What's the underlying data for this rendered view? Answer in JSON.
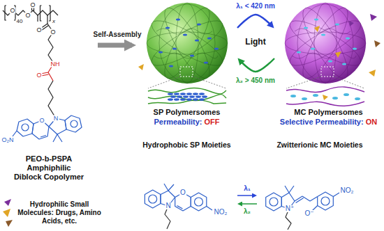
{
  "diagram": {
    "nodes": [
      {
        "text": [
          "PEO-b-PSPA Amphiphilic Diblock Copolymer"
        ]
      },
      {
        "text": [
          "SP Polymersomes",
          "Permeability: OFF"
        ]
      },
      {
        "text": [
          "MC Polymersomes",
          "Selective Permeability: ON"
        ]
      },
      {
        "text": [
          "Hydrophobic SP Moieties"
        ]
      },
      {
        "text": [
          "Zwitterionic MC Moieties"
        ]
      }
    ],
    "edges": [
      {
        "from": 0,
        "to": 1,
        "arrow": "to",
        "label": "Self-Assembly"
      },
      {
        "from": 1,
        "to": 2,
        "arrow": "to",
        "label": "λ₁ < 420 nm"
      },
      {
        "from": 2,
        "to": 1,
        "arrow": "to",
        "label": "λ₂ > 450 nm"
      },
      {
        "from": 3,
        "to": 4,
        "arrow": "to",
        "label": "λ₁"
      },
      {
        "from": 4,
        "to": 3,
        "arrow": "to",
        "label": "λ₂"
      }
    ],
    "labels": [
      "O",
      "40",
      "O",
      "O",
      "x",
      "O",
      "O",
      "NH",
      "O",
      "N",
      "O",
      "O₂N",
      "Light",
      "Hydrophilic Small Molecules: Drugs, Amino Acids, etc.",
      "N",
      "O",
      "NO₂",
      "N⁺",
      "O⁻",
      "NO₂"
    ]
  }
}
